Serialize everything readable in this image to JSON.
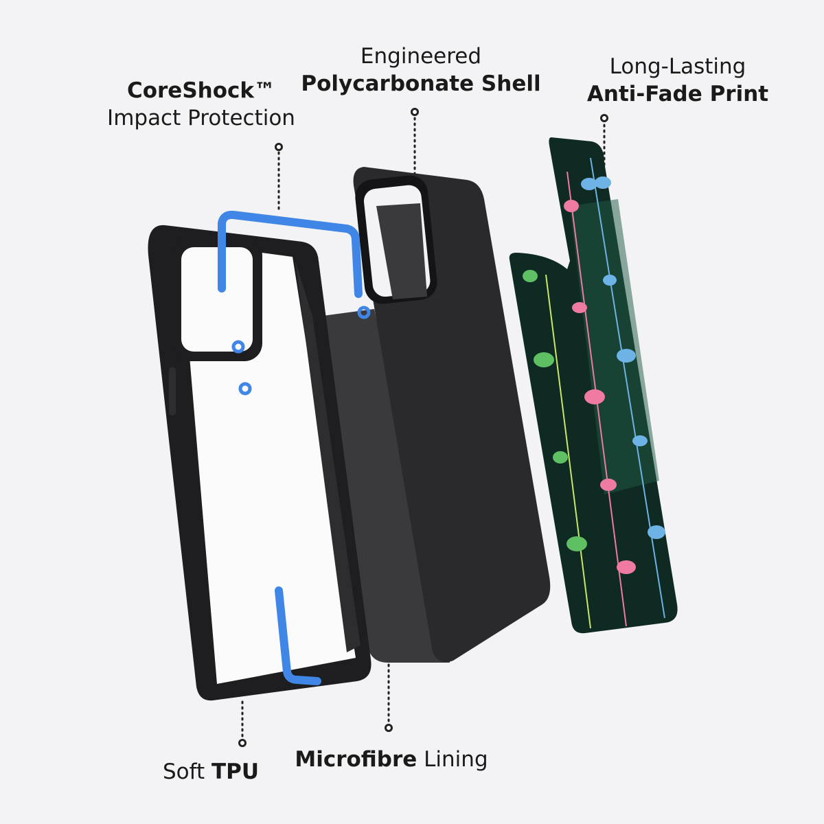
{
  "labels": {
    "coreshock": {
      "title": "CoreShock™",
      "subtitle": "Impact Protection"
    },
    "shell": {
      "pre": "Engineered",
      "title": "Polycarbonate Shell"
    },
    "print": {
      "pre": "Long-Lasting",
      "title": "Anti-Fade Print"
    },
    "tpu": {
      "pre": "Soft",
      "title": "TPU"
    },
    "lining": {
      "title": "Microfibre",
      "post": "Lining"
    }
  },
  "colors": {
    "background": "#f3f3f5",
    "bumper": "#1e1e20",
    "coreshock_blue": "#3f86e6",
    "shell": "#2a2a2c",
    "lining": "#3a3a3c",
    "print_bg": "#0f2a22",
    "bow_pink": "#ef7ba3",
    "bow_blue": "#6db3e6",
    "bow_green": "#5fbf63"
  }
}
